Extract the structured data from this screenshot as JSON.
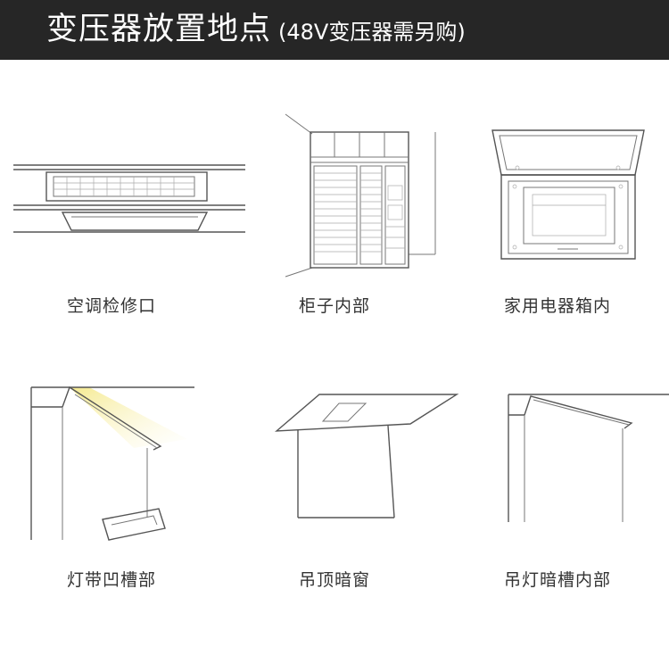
{
  "header": {
    "title": "变压器放置地点",
    "subtitle": "(48V变压器需另购)"
  },
  "items": [
    {
      "label": "空调检修口"
    },
    {
      "label": "柜子内部"
    },
    {
      "label": "家用电器箱内"
    },
    {
      "label": "灯带凹槽部"
    },
    {
      "label": "吊顶暗窗"
    },
    {
      "label": "吊灯暗槽内部"
    }
  ],
  "colors": {
    "header_bg": "#262626",
    "header_text": "#ffffff",
    "caption_text": "#333333",
    "line": "#555555",
    "light_glow": "#f5e98a"
  }
}
